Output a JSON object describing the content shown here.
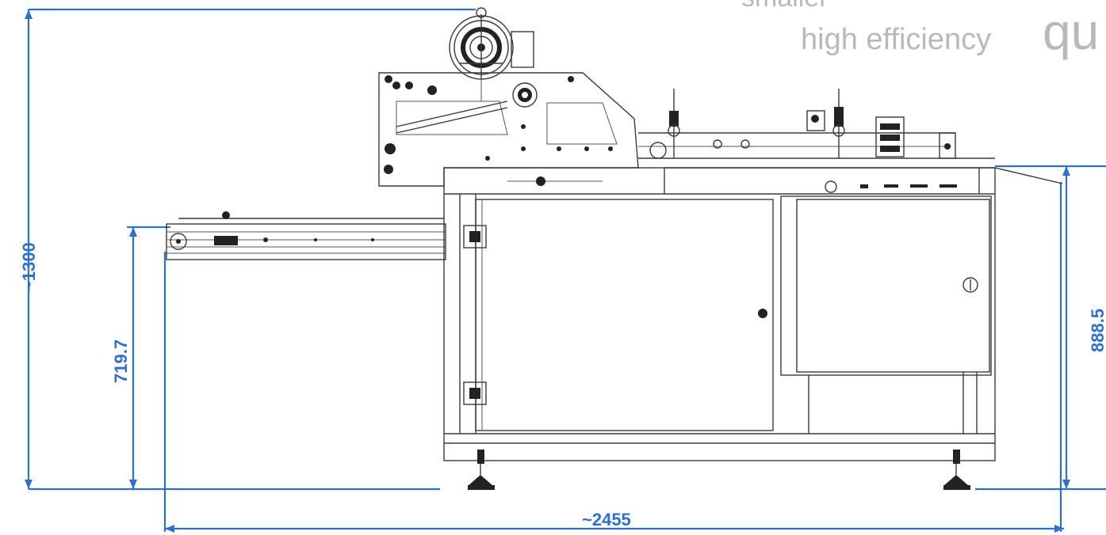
{
  "tagline": {
    "line1": "smaller",
    "line2": "high efficiency",
    "partial_word": "qu"
  },
  "dimensions": {
    "overall_height": "~1300",
    "infeed_height": "719.7",
    "table_height": "888.5",
    "overall_length": "~2455"
  },
  "colors": {
    "dimension_lines": "#2f6fd0",
    "drawing_lines": "#2a2a2a",
    "tagline_text": "#b9b9b9"
  }
}
